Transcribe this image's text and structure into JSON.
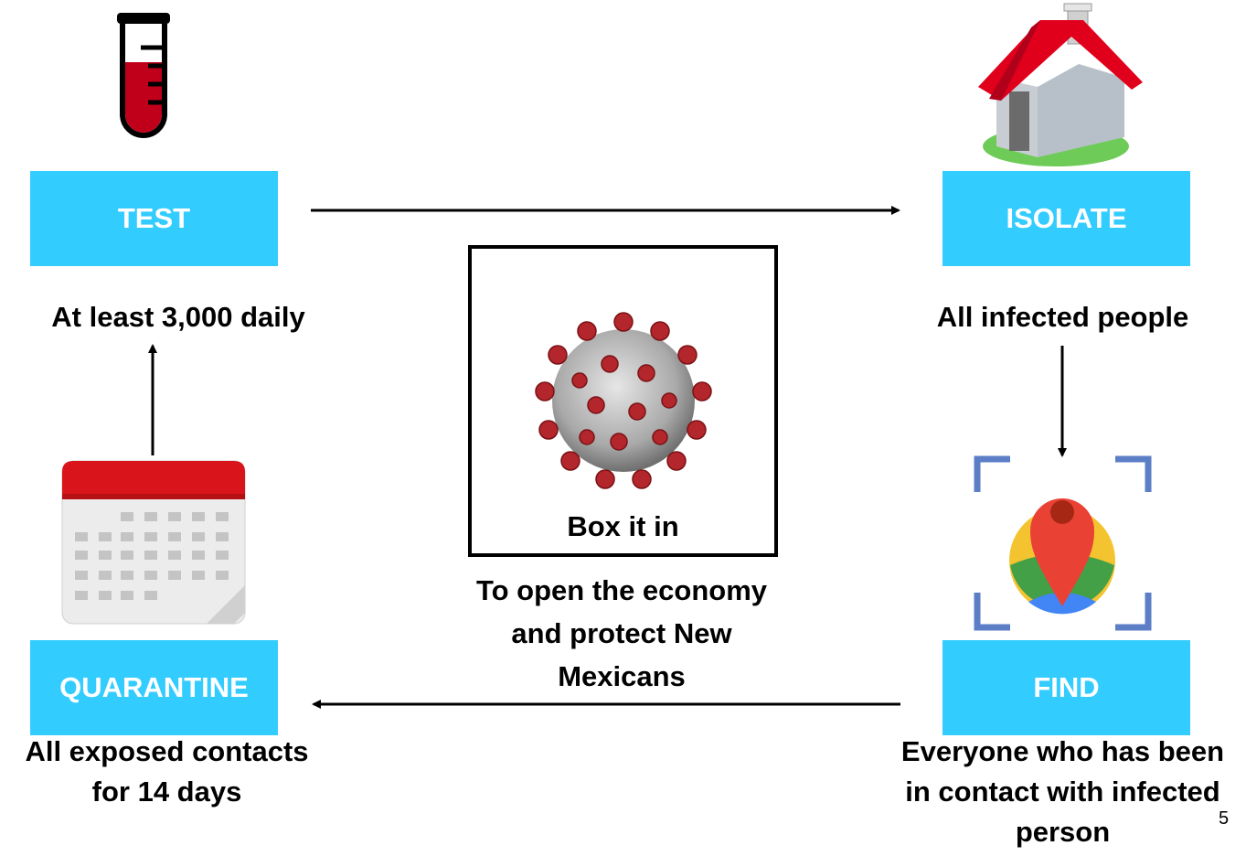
{
  "steps": {
    "test": {
      "label": "TEST",
      "caption": "At least 3,000 daily",
      "icon": "test-tube-icon"
    },
    "isolate": {
      "label": "ISOLATE",
      "caption": "All infected people",
      "icon": "house-icon"
    },
    "find": {
      "label": "FIND",
      "caption_lines": [
        "Everyone who has been",
        "in contact with infected",
        "person"
      ],
      "icon": "map-pin-icon"
    },
    "quarantine": {
      "label": "QUARANTINE",
      "caption_lines": [
        "All exposed contacts",
        "for 14 days"
      ],
      "icon": "calendar-icon"
    }
  },
  "center": {
    "box_label": "Box it in",
    "goal_lines": [
      "To open the economy",
      "and protect New",
      "Mexicans"
    ],
    "icon": "virus-icon"
  },
  "slide_number": "5",
  "colors": {
    "box": "#33ccff",
    "box_text": "#ffffff",
    "tube_liquid": "#c0001a",
    "roof": "#e0001b",
    "pin": "#e94235"
  }
}
